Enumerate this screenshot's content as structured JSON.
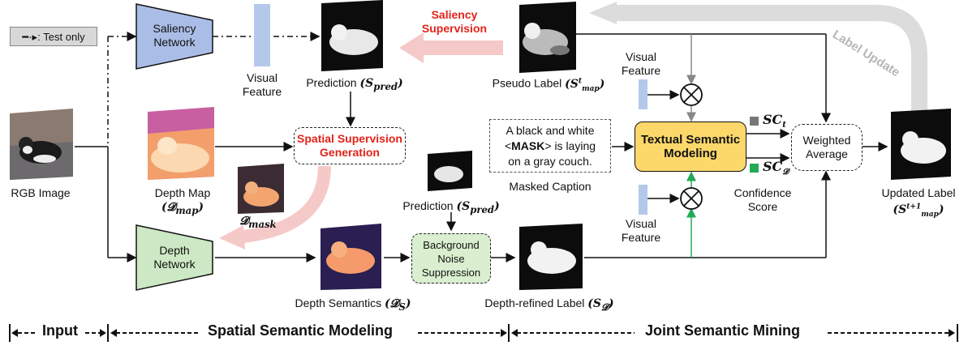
{
  "legend": {
    "test_only": "Test only"
  },
  "input": {
    "rgb_label": "RGB Image"
  },
  "saliency": {
    "network": "Saliency Network",
    "visual_feature": "Visual Feature",
    "prediction": "Prediction",
    "pred_sym": "(S",
    "pred_sub": "pred",
    "pred_close": ")"
  },
  "supervision": {
    "saliency": "Saliency Supervision",
    "spatial": "Spatial Supervision Generation"
  },
  "pseudo": {
    "label": "Pseudo Label",
    "sym": "(S",
    "sup": "t",
    "sub": "map",
    "close": ")"
  },
  "depth": {
    "map_label": "Depth Map",
    "map_sym": "(𝓓",
    "map_sub": "map",
    "map_close": ")",
    "mask_sym": "𝓓",
    "mask_sub": "mask",
    "network": "Depth Network",
    "semantics": "Depth Semantics",
    "sem_sym": "(𝓓",
    "sem_sub": "S",
    "sem_close": ")"
  },
  "prediction2": {
    "label": "Prediction",
    "sym": "(S",
    "sub": "pred",
    "close": ")"
  },
  "bns": {
    "label": "Background Noise Suppression"
  },
  "refined": {
    "label": "Depth-refined Label",
    "sym": "(S",
    "sub": "𝓓",
    "close": ")"
  },
  "caption": {
    "line1": "A black and white",
    "line2_pre": "<",
    "line2_mask": "MASK",
    "line2_post": "> is laying",
    "line3": "on a gray couch.",
    "label": "Masked Caption"
  },
  "tsm": {
    "label": "Textual Semantic Modeling",
    "vf_top": "Visual Feature",
    "vf_bottom": "Visual Feature"
  },
  "confidence": {
    "sc_t": "SC",
    "sc_t_sub": "t",
    "sc_d": "SC",
    "sc_d_sub": "𝓓",
    "label": "Confidence Score"
  },
  "weighted": {
    "label": "Weighted Average"
  },
  "label_update": "Label Update",
  "updated": {
    "label": "Updated Label",
    "sym": "(S",
    "sup": "t+1",
    "sub": "map",
    "close": ")"
  },
  "sections": {
    "input": "Input",
    "spatial": "Spatial Semantic Modeling",
    "joint": "Joint Semantic Mining"
  },
  "colors": {
    "saliency_net": "#aabde6",
    "depth_net": "#cde8c4",
    "tsm": "#fcd86b",
    "bns": "#d9efcf",
    "supervision_arrow": "#f6c9c9",
    "feature_bar": "#b4c8ea",
    "label_update": "#d9d9d9",
    "red": "#e2231a",
    "green": "#22aa55"
  }
}
